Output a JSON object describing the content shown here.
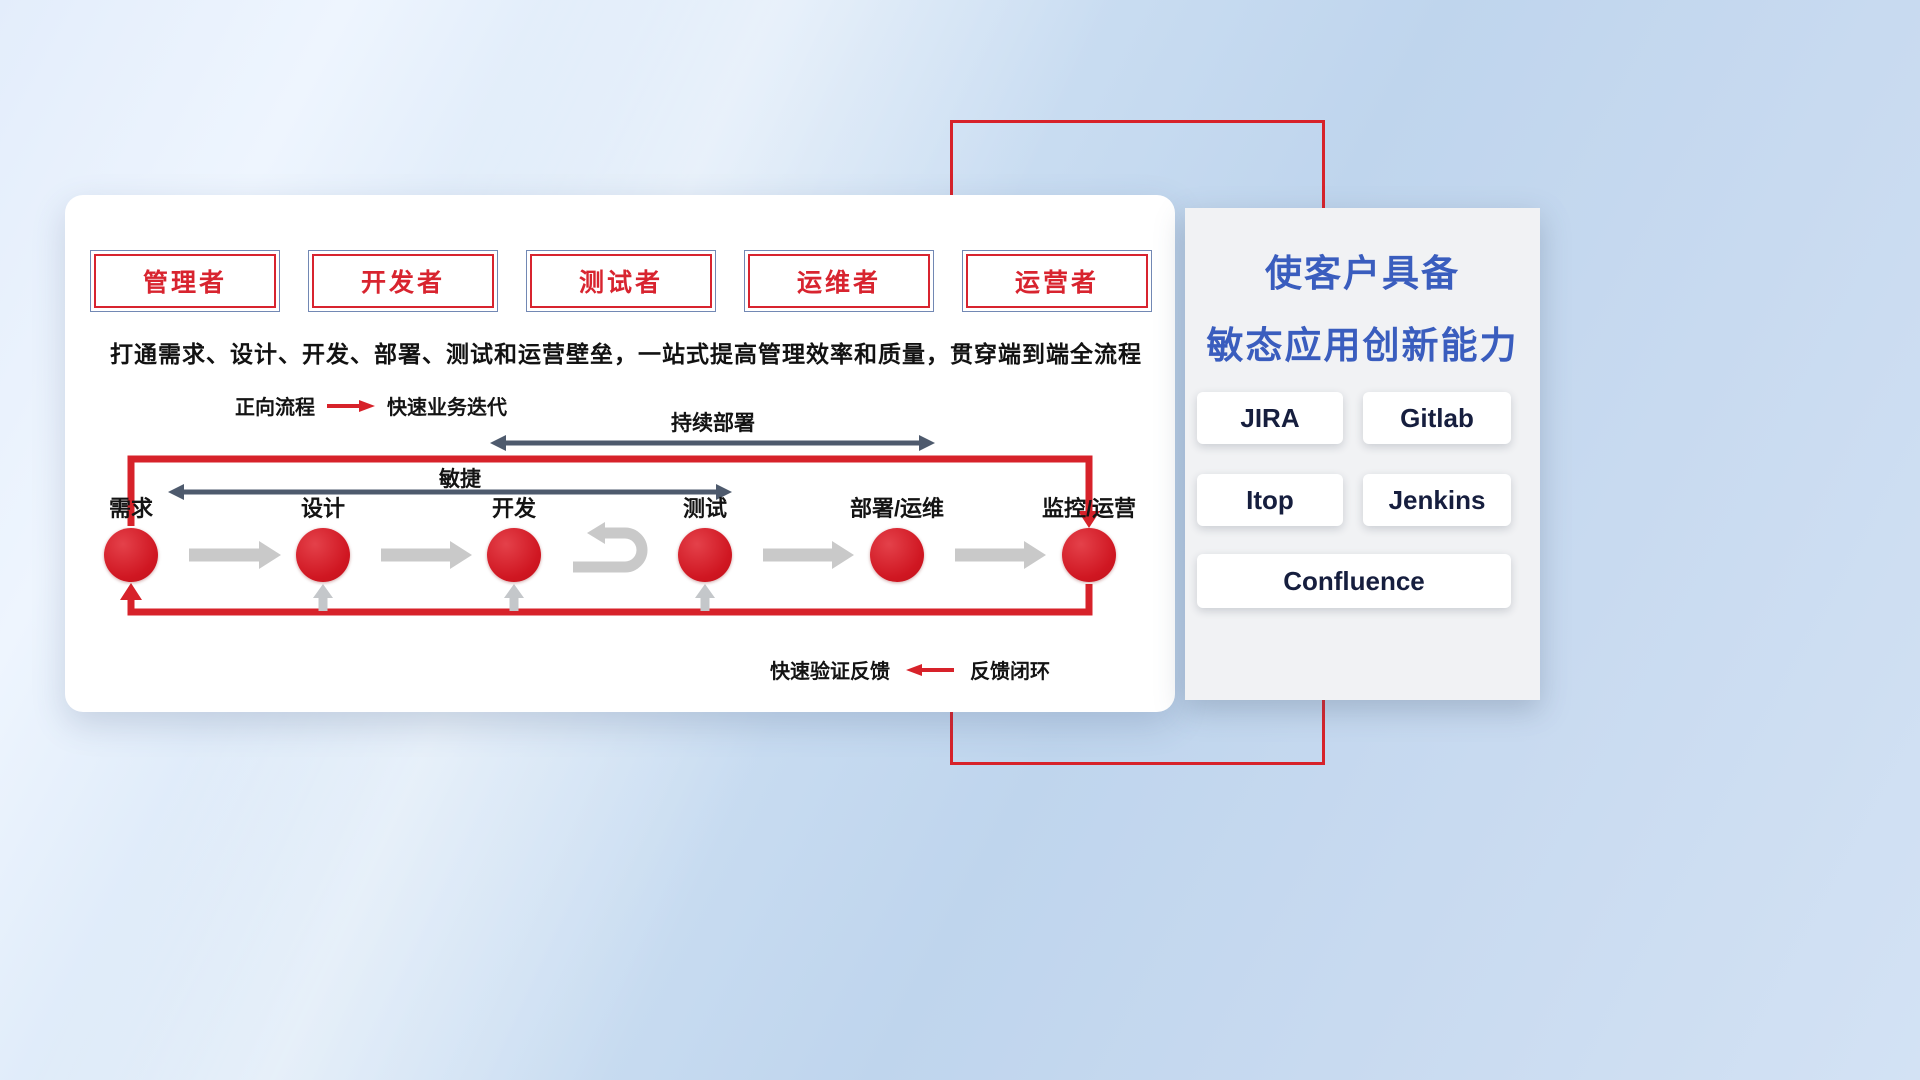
{
  "roles": [
    "管理者",
    "开发者",
    "测试者",
    "运维者",
    "运营者"
  ],
  "description": "打通需求、设计、开发、部署、测试和运营壁垒，一站式提高管理效率和质量，贯穿端到端全流程",
  "legend_forward": {
    "label": "正向流程",
    "value": "快速业务迭代"
  },
  "legend_feedback": {
    "label": "快速验证反馈",
    "value": "反馈闭环"
  },
  "flow": {
    "stages": [
      "需求",
      "设计",
      "开发",
      "测试",
      "部署/运维",
      "监控/运营"
    ],
    "agile_label": "敏捷",
    "cd_label": "持续部署"
  },
  "right_panel": {
    "title_line1": "使客户具备",
    "title_line2": "敏态应用创新能力",
    "tools": [
      "JIRA",
      "Gitlab",
      "Itop",
      "Jenkins",
      "Confluence"
    ]
  },
  "colors": {
    "accent_red": "#d7222a",
    "role_border_blue": "#7288b4",
    "title_blue": "#3a5dbe",
    "dark_arrow": "#4e5a6d",
    "gray_arrow": "#c9c9c9"
  }
}
